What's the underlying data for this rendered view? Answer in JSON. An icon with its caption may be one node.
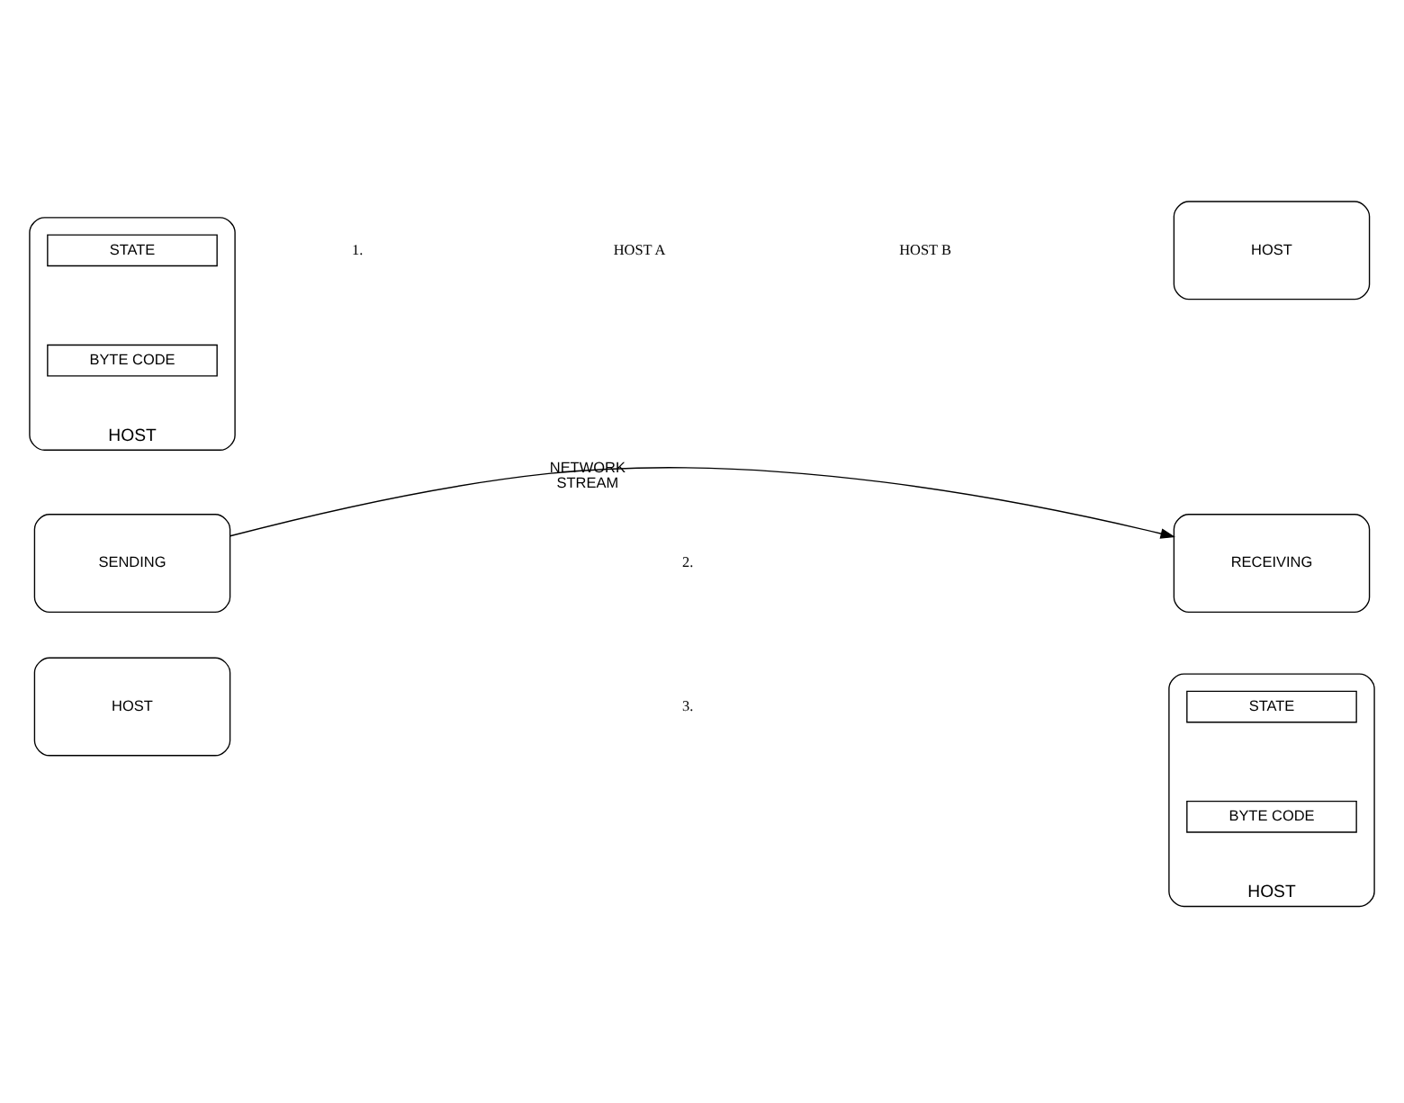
{
  "diagram": {
    "nodes": [
      {
        "text": [
          "HOST"
        ]
      },
      {
        "text": [
          "STATE"
        ],
        "in": 0
      },
      {
        "text": [
          "BYTE CODE"
        ],
        "in": 0
      },
      {
        "text": [
          "HOST"
        ]
      },
      {
        "text": [
          "SENDING"
        ]
      },
      {
        "text": [
          "RECEIVING"
        ]
      },
      {
        "text": [
          "HOST"
        ]
      },
      {
        "text": [
          "HOST"
        ]
      },
      {
        "text": [
          "STATE"
        ],
        "in": 7
      },
      {
        "text": [
          "BYTE CODE"
        ],
        "in": 7
      }
    ],
    "edges": [
      {
        "from": 4,
        "to": 5,
        "arrow": "to",
        "label": "NETWORK STREAM"
      }
    ],
    "labels": [
      "HOST A",
      "HOST B",
      "1.",
      "2.",
      "3."
    ]
  }
}
